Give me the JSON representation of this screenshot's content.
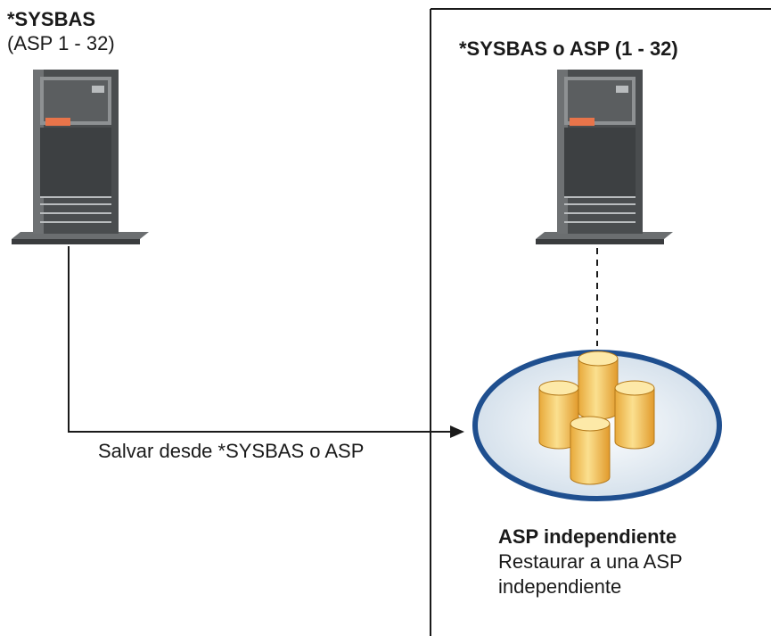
{
  "left_server": {
    "title": "*SYSBAS",
    "subtitle": "(ASP 1 - 32)"
  },
  "right_server": {
    "title": "*SYSBAS o ASP (1 - 32)"
  },
  "connection": {
    "label": "Salvar desde *SYSBAS o ASP"
  },
  "independent_asp": {
    "title": "ASP independiente",
    "description_line1": "Restaurar a una ASP",
    "description_line2": "independiente"
  },
  "colors": {
    "line": "#1a1a1a",
    "asp_ring": "#1f4f8f",
    "asp_fill": "#d7e4ef",
    "disk_fill": "#f7c75a",
    "server_body": "#4a4d4f",
    "server_accent": "#e8744a"
  },
  "icons": [
    "server-icon",
    "server-icon",
    "disk-pool-icon"
  ]
}
